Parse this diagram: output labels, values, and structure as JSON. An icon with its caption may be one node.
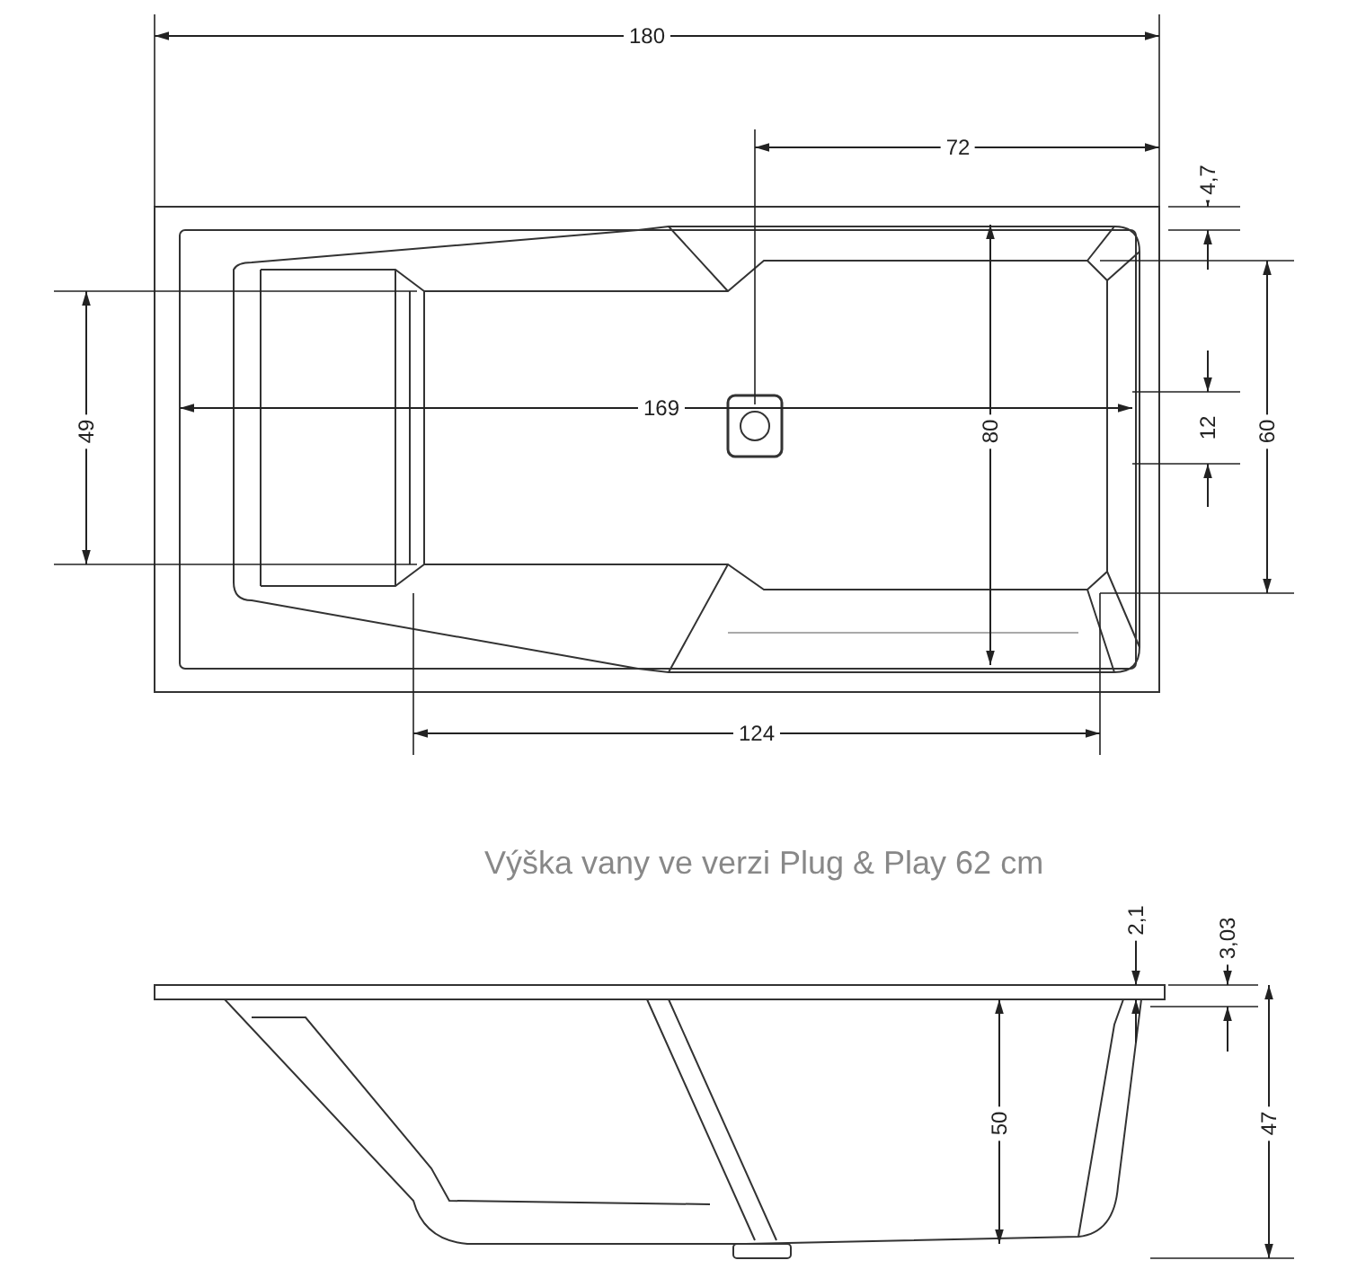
{
  "diagram": {
    "labels": [
      "180",
      "72",
      "4,7",
      "169",
      "49",
      "80",
      "12",
      "60",
      "124",
      "Výška vany ve verzi Plug & Play 62 cm",
      "2,1",
      "3,03",
      "50",
      "47"
    ]
  }
}
